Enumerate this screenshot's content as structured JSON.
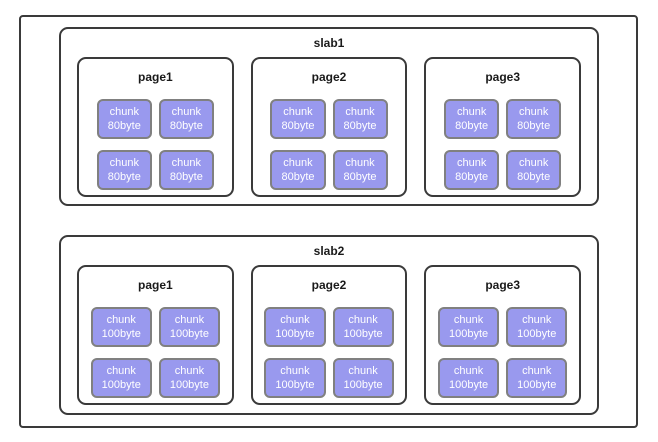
{
  "colors": {
    "chunk_fill": "#9999ee",
    "chunk_border": "#808080",
    "box_border": "#3a3a3a",
    "chunk_text": "#ffffff",
    "title_text": "#1a1a1a",
    "background": "#ffffff"
  },
  "slabs": [
    {
      "title": "slab1",
      "pages": [
        {
          "title": "page1",
          "chunks": [
            "chunk\n80byte",
            "chunk\n80byte",
            "chunk\n80byte",
            "chunk\n80byte"
          ]
        },
        {
          "title": "page2",
          "chunks": [
            "chunk\n80byte",
            "chunk\n80byte",
            "chunk\n80byte",
            "chunk\n80byte"
          ]
        },
        {
          "title": "page3",
          "chunks": [
            "chunk\n80byte",
            "chunk\n80byte",
            "chunk\n80byte",
            "chunk\n80byte"
          ]
        }
      ]
    },
    {
      "title": "slab2",
      "pages": [
        {
          "title": "page1",
          "chunks": [
            "chunk\n100byte",
            "chunk\n100byte",
            "chunk\n100byte",
            "chunk\n100byte"
          ]
        },
        {
          "title": "page2",
          "chunks": [
            "chunk\n100byte",
            "chunk\n100byte",
            "chunk\n100byte",
            "chunk\n100byte"
          ]
        },
        {
          "title": "page3",
          "chunks": [
            "chunk\n100byte",
            "chunk\n100byte",
            "chunk\n100byte",
            "chunk\n100byte"
          ]
        }
      ]
    }
  ]
}
